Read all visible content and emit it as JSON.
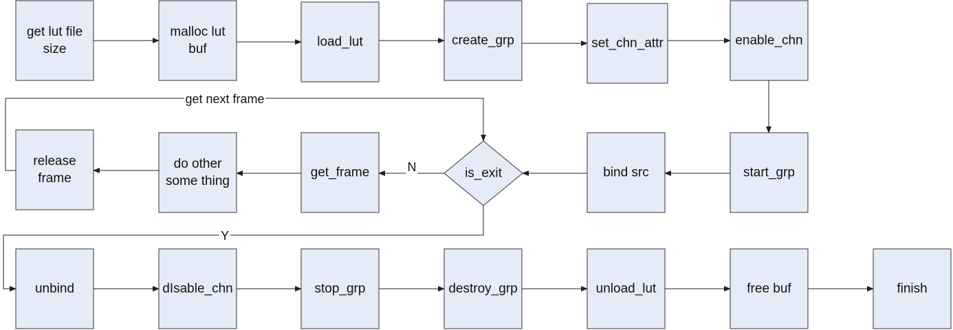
{
  "nodes": [
    {
      "id": "get_lut_file_size",
      "lines": [
        "get lut file",
        "size"
      ],
      "shape": "box"
    },
    {
      "id": "malloc_lut_buf",
      "lines": [
        "malloc lut",
        "buf"
      ],
      "shape": "box"
    },
    {
      "id": "load_lut",
      "lines": [
        "load_lut"
      ],
      "shape": "box"
    },
    {
      "id": "create_grp",
      "lines": [
        "create_grp"
      ],
      "shape": "box"
    },
    {
      "id": "set_chn_attr",
      "lines": [
        "set_chn_attr"
      ],
      "shape": "box"
    },
    {
      "id": "enable_chn",
      "lines": [
        "enable_chn"
      ],
      "shape": "box"
    },
    {
      "id": "start_grp",
      "lines": [
        "start_grp"
      ],
      "shape": "box"
    },
    {
      "id": "bind_src",
      "lines": [
        "bind src"
      ],
      "shape": "box"
    },
    {
      "id": "is_exit",
      "lines": [
        "is_exit"
      ],
      "shape": "diamond"
    },
    {
      "id": "get_frame",
      "lines": [
        "get_frame"
      ],
      "shape": "box"
    },
    {
      "id": "do_other",
      "lines": [
        "do other",
        "some thing"
      ],
      "shape": "box"
    },
    {
      "id": "release_frame",
      "lines": [
        "release",
        "frame"
      ],
      "shape": "box"
    },
    {
      "id": "unbind",
      "lines": [
        "unbind"
      ],
      "shape": "box"
    },
    {
      "id": "disable_chn",
      "lines": [
        "dIsable_chn"
      ],
      "shape": "box"
    },
    {
      "id": "stop_grp",
      "lines": [
        "stop_grp"
      ],
      "shape": "box"
    },
    {
      "id": "destroy_grp",
      "lines": [
        "destroy_grp"
      ],
      "shape": "box"
    },
    {
      "id": "unload_lut",
      "lines": [
        "unload_lut"
      ],
      "shape": "box"
    },
    {
      "id": "free_buf",
      "lines": [
        "free buf"
      ],
      "shape": "box"
    },
    {
      "id": "finish",
      "lines": [
        "finish"
      ],
      "shape": "box"
    }
  ],
  "edges": [
    {
      "from": "get_lut_file_size",
      "to": "malloc_lut_buf",
      "label": ""
    },
    {
      "from": "malloc_lut_buf",
      "to": "load_lut",
      "label": ""
    },
    {
      "from": "load_lut",
      "to": "create_grp",
      "label": ""
    },
    {
      "from": "create_grp",
      "to": "set_chn_attr",
      "label": ""
    },
    {
      "from": "set_chn_attr",
      "to": "enable_chn",
      "label": ""
    },
    {
      "from": "enable_chn",
      "to": "start_grp",
      "label": ""
    },
    {
      "from": "start_grp",
      "to": "bind_src",
      "label": ""
    },
    {
      "from": "bind_src",
      "to": "is_exit",
      "label": ""
    },
    {
      "from": "is_exit",
      "to": "get_frame",
      "label": "N"
    },
    {
      "from": "get_frame",
      "to": "do_other",
      "label": ""
    },
    {
      "from": "do_other",
      "to": "release_frame",
      "label": ""
    },
    {
      "from": "release_frame",
      "to": "is_exit",
      "label": "get next frame"
    },
    {
      "from": "is_exit",
      "to": "unbind",
      "label": "Y"
    },
    {
      "from": "unbind",
      "to": "disable_chn",
      "label": ""
    },
    {
      "from": "disable_chn",
      "to": "stop_grp",
      "label": ""
    },
    {
      "from": "stop_grp",
      "to": "destroy_grp",
      "label": ""
    },
    {
      "from": "destroy_grp",
      "to": "unload_lut",
      "label": ""
    },
    {
      "from": "unload_lut",
      "to": "free_buf",
      "label": ""
    },
    {
      "from": "free_buf",
      "to": "finish",
      "label": ""
    }
  ]
}
